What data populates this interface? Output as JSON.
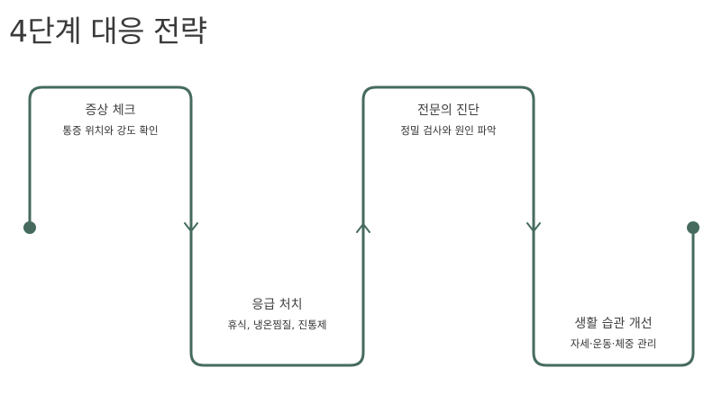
{
  "title": "4단계 대응 전략",
  "steps": [
    {
      "title": "증상 체크",
      "desc": "통증 위치와 강도 확인"
    },
    {
      "title": "응급 처치",
      "desc": "휴식, 냉온찜질, 진통제"
    },
    {
      "title": "전문의 진단",
      "desc": "정밀 검사와 원인 파악"
    },
    {
      "title": "생활 습관 개선",
      "desc": "자세·운동·체중 관리"
    }
  ],
  "colors": {
    "line": "#466b5e",
    "text": "#333333"
  }
}
